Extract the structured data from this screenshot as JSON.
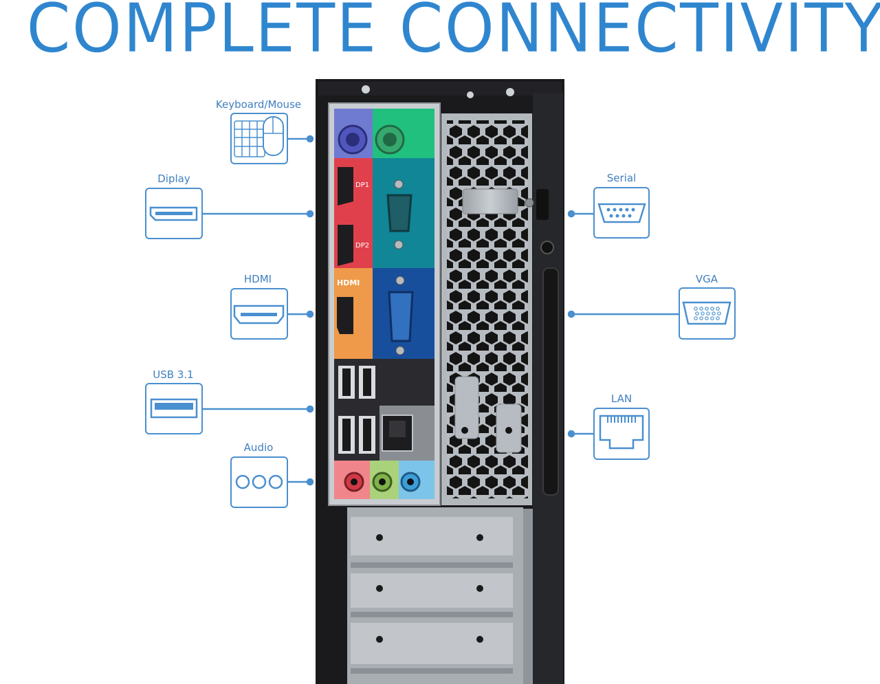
{
  "title": "COMPLETE CONNECTIVITY",
  "colors": {
    "accent": "#2f86cf",
    "line": "#4a8fcf"
  },
  "callouts": {
    "keyboard_mouse": {
      "label": "Keyboard/Mouse",
      "icon": "keyboard-mouse-icon"
    },
    "display": {
      "label": "Diplay",
      "icon": "displayport-icon"
    },
    "hdmi": {
      "label": "HDMI",
      "icon": "hdmi-icon"
    },
    "usb": {
      "label": "USB 3.1",
      "icon": "usb-icon"
    },
    "audio": {
      "label": "Audio",
      "icon": "audio-jacks-icon"
    },
    "serial": {
      "label": "Serial",
      "icon": "serial-port-icon"
    },
    "vga": {
      "label": "VGA",
      "icon": "vga-port-icon"
    },
    "lan": {
      "label": "LAN",
      "icon": "ethernet-port-icon"
    }
  },
  "io_panel": {
    "dp1": "DP1",
    "dp2": "DP2",
    "hdmi_logo": "HDMI"
  }
}
